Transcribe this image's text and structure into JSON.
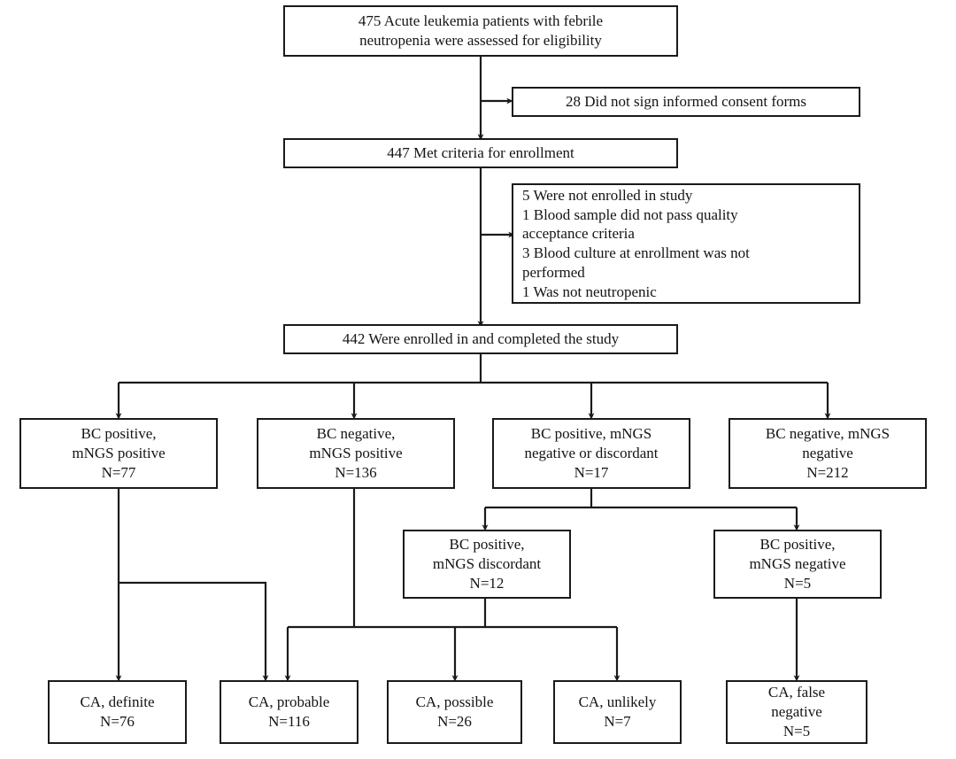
{
  "diagram": {
    "title": "Study enrollment and classification flow diagram",
    "type": "flowchart",
    "background_color": "#ffffff",
    "box_border_color": "#1a1a1a",
    "text_color": "#141414",
    "connector_color": "#1a1a1a"
  },
  "nodes": {
    "assessed": {
      "text": "475 Acute leukemia patients with febrile\nneutropenia were assessed for eligibility",
      "count": 475
    },
    "no_consent": {
      "text": "28 Did not sign informed consent forms",
      "count": 28
    },
    "met_criteria": {
      "text": "447 Met criteria for enrollment",
      "count": 447
    },
    "not_enrolled": {
      "text": "5 Were not enrolled in study\n    1   Blood sample did not pass quality\nacceptance criteria\n    3   Blood culture at enrollment was not\nperformed\n    1   Was not neutropenic",
      "count": 5
    },
    "enrolled": {
      "text": "442 Were enrolled in and completed the study",
      "count": 442
    },
    "bc_pos_mngs_pos": {
      "text": "BC positive,\nmNGS positive\nN=77",
      "count": 77
    },
    "bc_neg_mngs_pos": {
      "text": "BC negative,\nmNGS positive\nN=136",
      "count": 136
    },
    "bc_pos_mngs_neg_or_disc": {
      "text": "BC positive, mNGS\nnegative or discordant\nN=17",
      "count": 17
    },
    "bc_neg_mngs_neg": {
      "text": "BC negative, mNGS\nnegative\nN=212",
      "count": 212
    },
    "bc_pos_mngs_disc": {
      "text": "BC positive,\nmNGS discordant\nN=12",
      "count": 12
    },
    "bc_pos_mngs_neg": {
      "text": "BC positive,\nmNGS negative\nN=5",
      "count": 5
    },
    "ca_definite": {
      "text": "CA, definite\nN=76",
      "count": 76
    },
    "ca_probable": {
      "text": "CA, probable\nN=116",
      "count": 116
    },
    "ca_possible": {
      "text": "CA, possible\nN=26",
      "count": 26
    },
    "ca_unlikely": {
      "text": "CA, unlikely\nN=7",
      "count": 7
    },
    "ca_false_negative": {
      "text": "CA, false\nnegative\nN=5",
      "count": 5
    }
  }
}
